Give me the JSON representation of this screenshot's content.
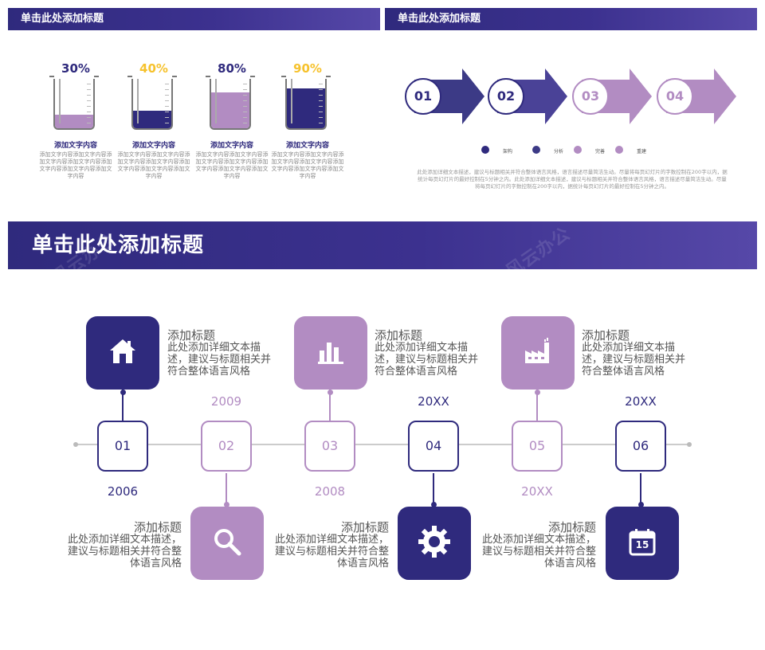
{
  "colors": {
    "dark": "#2f2a7d",
    "mid": "#3c3a86",
    "light": "#b28cc2",
    "yellow": "#f6c22d"
  },
  "slide_tl": {
    "title": "单击此处添加标题",
    "beakers": [
      {
        "percent": "30%",
        "level": 0.3,
        "label": "添加文字内容",
        "desc": "添加文字内容添加文字内容添加文字内容添加文字内容添加文字内容添加文字内容添加文字内容"
      },
      {
        "percent": "40%",
        "level": 0.4,
        "label": "添加文字内容",
        "desc": "添加文字内容添加文字内容添加文字内容添加文字内容添加文字内容添加文字内容添加文字内容"
      },
      {
        "percent": "80%",
        "level": 0.8,
        "label": "添加文字内容",
        "desc": "添加文字内容添加文字内容添加文字内容添加文字内容添加文字内容添加文字内容添加文字内容"
      },
      {
        "percent": "90%",
        "level": 0.9,
        "label": "添加文字内容",
        "desc": "添加文字内容添加文字内容添加文字内容添加文字内容添加文字内容添加文字内容添加文字内容"
      }
    ]
  },
  "slide_tr": {
    "title": "单击此处添加标题",
    "steps": [
      "01",
      "02",
      "03",
      "04"
    ],
    "legend": [
      "架构",
      "分析",
      "完善",
      "重建"
    ],
    "desc": "此处添加详细文本描述，建议与标题相关并符合整体语言风格，语言描述尽量简洁生动。尽量将每页幻灯片的字数控制在200字以内，据统计每页幻灯片的最好控制在5分钟之内。此处添加详细文本描述，建议与标题相关并符合整体语言风格，语言描述尽量简洁生动。尽量将每页幻灯片的字数控制在200字以内，据统计每页幻灯片的最好控制在5分钟之内。"
  },
  "slide_bottom": {
    "title": "单击此处添加标题",
    "watermark": "风云办公",
    "nodes": [
      "01",
      "02",
      "03",
      "04",
      "05",
      "06"
    ],
    "years": [
      "2006",
      "2009",
      "2008",
      "20XX",
      "20XX",
      "20XX"
    ],
    "cards": [
      {
        "title": "添加标题",
        "text": "此处添加详细文本描述，建议与标题相关并符合整体语言风格",
        "icon": "home-icon"
      },
      {
        "title": "添加标题",
        "text": "此处添加详细文本描述，建议与标题相关并符合整体语言风格",
        "icon": "search-icon"
      },
      {
        "title": "添加标题",
        "text": "此处添加详细文本描述，建议与标题相关并符合整体语言风格",
        "icon": "bar-chart-icon"
      },
      {
        "title": "添加标题",
        "text": "此处添加详细文本描述，建议与标题相关并符合整体语言风格",
        "icon": "gear-icon"
      },
      {
        "title": "添加标题",
        "text": "此处添加详细文本描述，建议与标题相关并符合整体语言风格",
        "icon": "factory-icon"
      },
      {
        "title": "添加标题",
        "text": "此处添加详细文本描述，建议与标题相关并符合整体语言风格",
        "icon": "calendar-icon",
        "calendar_day": "15"
      }
    ]
  }
}
